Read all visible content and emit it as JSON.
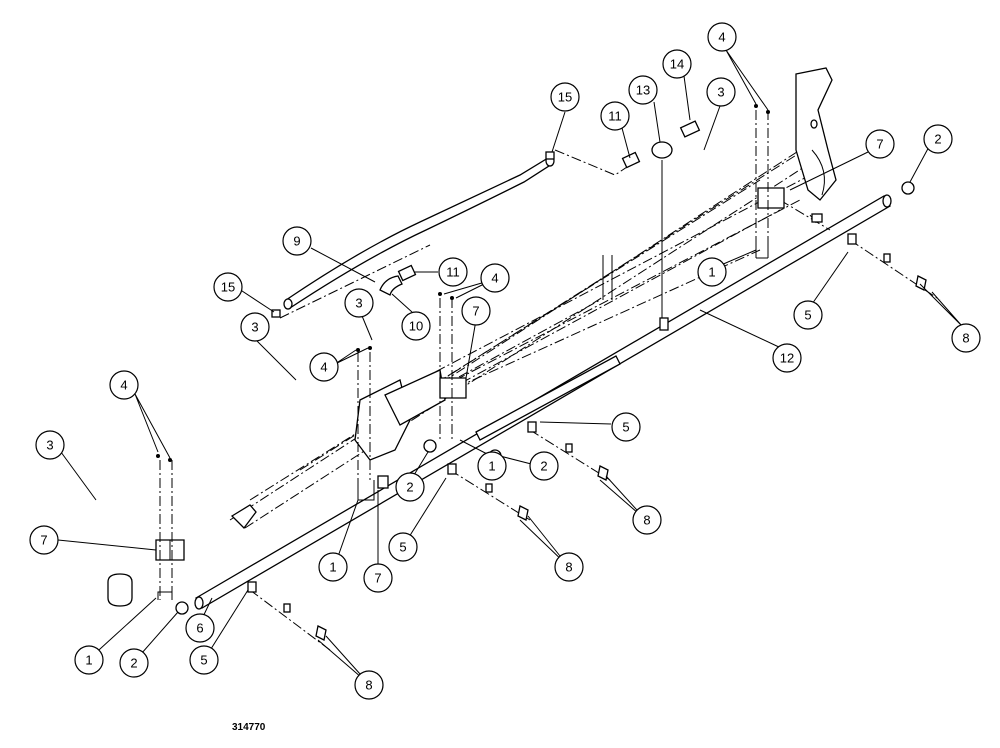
{
  "drawing_number": "314770",
  "callouts": [
    {
      "id": "c15a",
      "label": "15"
    },
    {
      "id": "c11a",
      "label": "11"
    },
    {
      "id": "c13",
      "label": "13"
    },
    {
      "id": "c14",
      "label": "14"
    },
    {
      "id": "c3a",
      "label": "3"
    },
    {
      "id": "c4a",
      "label": "4"
    },
    {
      "id": "c7a",
      "label": "7"
    },
    {
      "id": "c2a",
      "label": "2"
    },
    {
      "id": "c9",
      "label": "9"
    },
    {
      "id": "c11b",
      "label": "11"
    },
    {
      "id": "c4b",
      "label": "4"
    },
    {
      "id": "c15b",
      "label": "15"
    },
    {
      "id": "c3b",
      "label": "3"
    },
    {
      "id": "c10",
      "label": "10"
    },
    {
      "id": "c7b",
      "label": "7"
    },
    {
      "id": "c1a",
      "label": "1"
    },
    {
      "id": "c5a",
      "label": "5"
    },
    {
      "id": "c8a",
      "label": "8"
    },
    {
      "id": "c3c",
      "label": "3"
    },
    {
      "id": "c4c",
      "label": "4"
    },
    {
      "id": "c12",
      "label": "12"
    },
    {
      "id": "c4d",
      "label": "4"
    },
    {
      "id": "c5b",
      "label": "5"
    },
    {
      "id": "c3d",
      "label": "3"
    },
    {
      "id": "c1b",
      "label": "1"
    },
    {
      "id": "c2b",
      "label": "2"
    },
    {
      "id": "c2c",
      "label": "2"
    },
    {
      "id": "c8b",
      "label": "8"
    },
    {
      "id": "c7c",
      "label": "7"
    },
    {
      "id": "c5c",
      "label": "5"
    },
    {
      "id": "c1c",
      "label": "1"
    },
    {
      "id": "c7d",
      "label": "7"
    },
    {
      "id": "c8c",
      "label": "8"
    },
    {
      "id": "c6",
      "label": "6"
    },
    {
      "id": "c1d",
      "label": "1"
    },
    {
      "id": "c2d",
      "label": "2"
    },
    {
      "id": "c5d",
      "label": "5"
    },
    {
      "id": "c8d",
      "label": "8"
    }
  ]
}
